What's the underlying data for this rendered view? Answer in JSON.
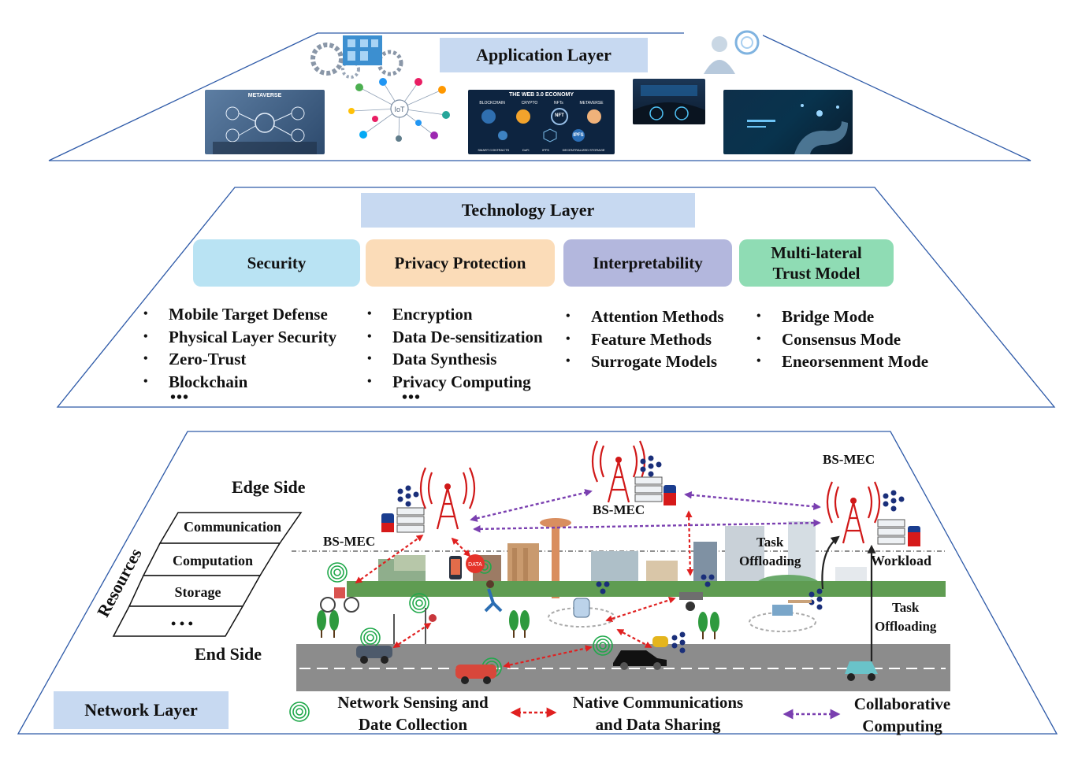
{
  "application_layer": {
    "title": "Application Layer",
    "metaverse_label": "METAVERSE",
    "iot_label": "IoT",
    "web3": {
      "title": "THE WEB 3.0 ECONOMY",
      "items": [
        "BLOCKCHAIN",
        "CRYPTO",
        "NFTs",
        "METAVERSE"
      ],
      "bottom_items": [
        "SMART CONTRACTS",
        "DeFi",
        "IPFS",
        "DECENTRALIZED STORAGE"
      ],
      "nft_badge": "NFT",
      "ipfs_badge": "IPFS"
    }
  },
  "technology_layer": {
    "title": "Technology Layer",
    "categories": [
      {
        "label": "Security",
        "color": "#b9e3f3"
      },
      {
        "label": "Privacy Protection",
        "color": "#fbdcb8"
      },
      {
        "label": "Interpretability",
        "color": "#b3b7dd"
      },
      {
        "label_line1": "Multi-lateral",
        "label_line2": "Trust Model",
        "color": "#8fdcb4"
      }
    ],
    "security_items": [
      "Mobile Target Defense",
      "Physical Layer Security",
      "Zero-Trust",
      "Blockchain"
    ],
    "privacy_items": [
      "Encryption",
      "Data De-sensitization",
      "Data Synthesis",
      "Privacy Computing"
    ],
    "interpretability_items": [
      "Attention Methods",
      "Feature Methods",
      "Surrogate Models"
    ],
    "trust_items": [
      "Bridge Mode",
      "Consensus Mode",
      "Eneorsenment Mode"
    ],
    "ellipsis": "•••"
  },
  "network_layer": {
    "title": "Network Layer",
    "edge_side": "Edge Side",
    "end_side": "End Side",
    "resources_label": "Resources",
    "resources": [
      "Communication",
      "Computation",
      "Storage",
      "• • •"
    ],
    "bs_mec": "BS-MEC",
    "data_tag": "DATA",
    "task_offloading": {
      "line1": "Task",
      "line2": "Offloading"
    },
    "workload": "Workload",
    "legend": [
      {
        "line1": "Network Sensing and",
        "line2": "Date Collection"
      },
      {
        "line1": "Native Communications",
        "line2": "and Data Sharing"
      },
      {
        "line1": "Collaborative",
        "line2": "Computing"
      }
    ]
  },
  "colors": {
    "frame": "#2e5aa8",
    "title_bg": "#c7d9f1",
    "red_arrow": "#e02020",
    "purple_arrow": "#7a3fb0",
    "sensing": "#1fa84a"
  }
}
